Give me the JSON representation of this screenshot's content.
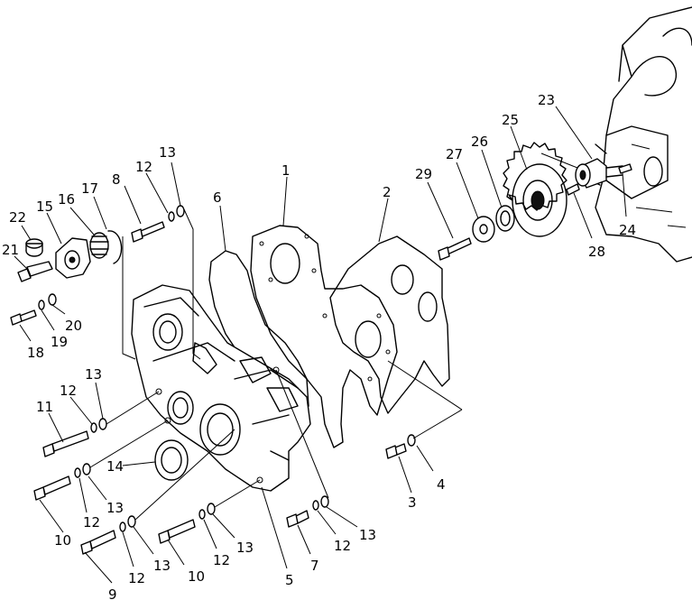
{
  "diagram": {
    "labels": {
      "p1": "1",
      "p2": "2",
      "p3": "3",
      "p4": "4",
      "p5": "5",
      "p6": "6",
      "p7": "7",
      "p8": "8",
      "p9": "9",
      "p10a": "10",
      "p10b": "10",
      "p11": "11",
      "p12a": "12",
      "p12b": "12",
      "p12c": "12",
      "p12d": "12",
      "p12e": "12",
      "p12f": "12",
      "p13a": "13",
      "p13b": "13",
      "p13c": "13",
      "p13d": "13",
      "p13e": "13",
      "p13f": "13",
      "p14": "14",
      "p15": "15",
      "p16": "16",
      "p17": "17",
      "p18": "18",
      "p19": "19",
      "p20": "20",
      "p21": "21",
      "p22": "22",
      "p23": "23",
      "p24": "24",
      "p25": "25",
      "p26": "26",
      "p27": "27",
      "p28": "28",
      "p29": "29"
    }
  }
}
